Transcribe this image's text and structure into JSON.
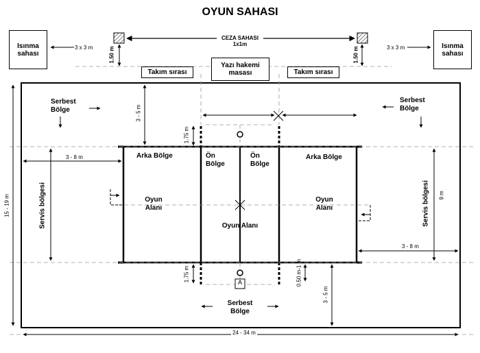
{
  "title": "OYUN SAHASI",
  "warmup_area": "Isınma sahası",
  "warmup_size": "3 x 3 m",
  "penalty_area": "CEZA SAHASI",
  "penalty_size": "1x1m",
  "dim_150": "1.50 m",
  "scorer_table": "Yazı hakemi masası",
  "team_bench": "Takım sırası",
  "free_zone": "Serbest Bölge",
  "dim_3_5": "3 - 5 m",
  "dim_3_8": "3 - 8 m",
  "dim_175": "1.75 m",
  "dim_15_19": "15 - 19 m",
  "dim_9": "9 m",
  "dim_24_34": "24 - 34 m",
  "dim_050_1": "0.50 m-1 m",
  "service_zone": "Servis bölgesi",
  "back_zone": "Arka Bölge",
  "front_zone": "Ön Bölge",
  "play_area": "Oyun Alanı",
  "referee_mark": "A"
}
